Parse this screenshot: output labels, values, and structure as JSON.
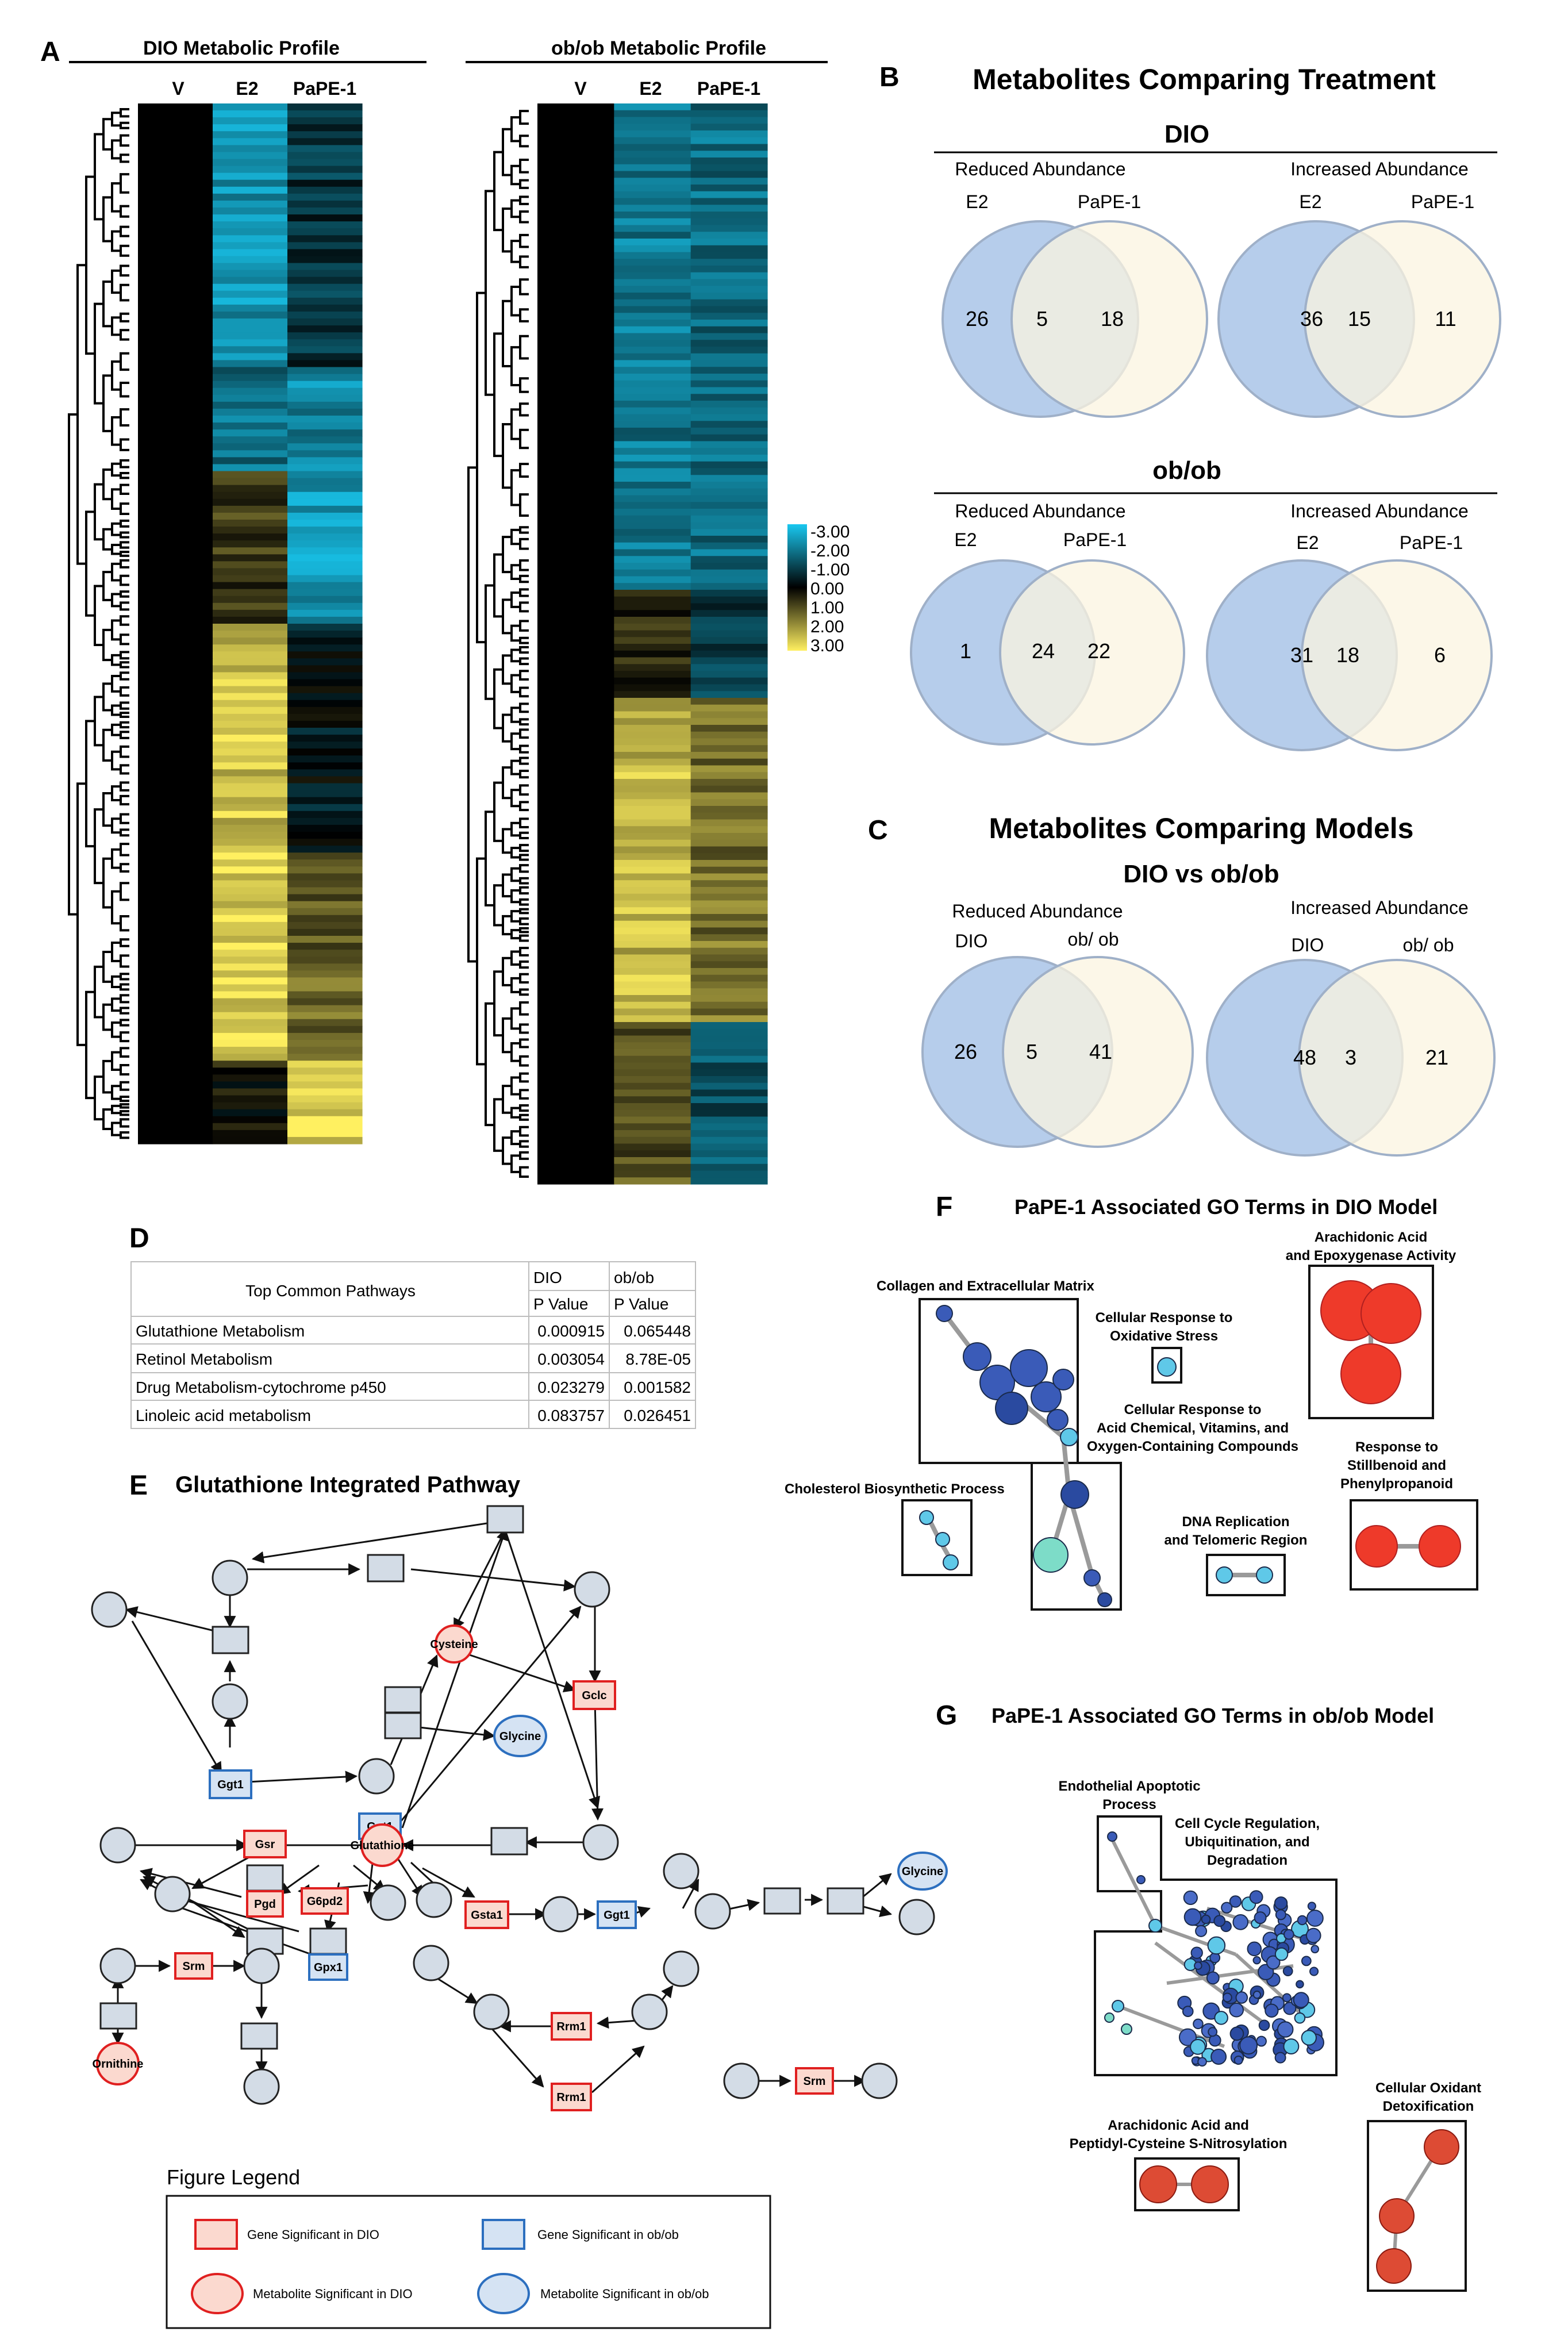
{
  "panels": {
    "A": "A",
    "B": "B",
    "C": "C",
    "D": "D",
    "E": "E",
    "F": "F",
    "G": "G"
  },
  "heatmap": {
    "dio_title": "DIO Metabolic Profile",
    "obob_title": "ob/ob Metabolic Profile",
    "columns": [
      "V",
      "E2",
      "PaPE-1"
    ],
    "colorbar_ticks": [
      "-3.00",
      "-2.00",
      "-1.00",
      "0.00",
      "1.00",
      "2.00",
      "3.00"
    ],
    "colors": {
      "low": "#19c8f0",
      "mid": "#000000",
      "high": "#fff060"
    }
  },
  "venn_treatment": {
    "title": "Metabolites Comparing Treatment",
    "groups": [
      {
        "model": "DIO",
        "pairs": [
          {
            "heading": "Reduced Abundance",
            "left": "E2",
            "right": "PaPE-1",
            "left_only": "26",
            "overlap": "5",
            "right_only": "18"
          },
          {
            "heading": "Increased Abundance",
            "left": "E2",
            "right": "PaPE-1",
            "left_only": "36",
            "overlap": "15",
            "right_only": "11"
          }
        ]
      },
      {
        "model": "ob/ob",
        "pairs": [
          {
            "heading": "Reduced Abundance",
            "left": "E2",
            "right": "PaPE-1",
            "left_only": "1",
            "overlap": "24",
            "right_only": "22"
          },
          {
            "heading": "Increased Abundance",
            "left": "E2",
            "right": "PaPE-1",
            "left_only": "31",
            "overlap": "18",
            "right_only": "6"
          }
        ]
      }
    ]
  },
  "venn_models": {
    "title": "Metabolites Comparing Models",
    "subtitle": "DIO vs ob/ob",
    "pairs": [
      {
        "heading": "Reduced Abundance",
        "left": "DIO",
        "right": "ob/ ob",
        "left_only": "26",
        "overlap": "5",
        "right_only": "41"
      },
      {
        "heading": "Increased Abundance",
        "left": "DIO",
        "right": "ob/ ob",
        "left_only": "48",
        "overlap": "3",
        "right_only": "21"
      }
    ]
  },
  "pathway_table": {
    "header_pathway": "Top Common Pathways",
    "header_dio": "DIO",
    "header_obob": "ob/ob",
    "sub_dio": "P Value",
    "sub_obob": "P Value",
    "rows": [
      {
        "name": "Glutathione Metabolism",
        "dio": "0.000915",
        "obob": "0.065448"
      },
      {
        "name": "Retinol Metabolism",
        "dio": "0.003054",
        "obob": "8.78E-05"
      },
      {
        "name": "Drug Metabolism-cytochrome p450",
        "dio": "0.023279",
        "obob": "0.001582"
      },
      {
        "name": "Linoleic acid metabolism",
        "dio": "0.083757",
        "obob": "0.026451"
      }
    ]
  },
  "pathway_network": {
    "title": "Glutathione Integrated Pathway",
    "labels": {
      "cysteine": "Cysteine",
      "gclc": "Gclc",
      "glycine1": "Glycine",
      "ggt1a": "Ggt1",
      "ggt1b": "Ggt1",
      "gsr": "Gsr",
      "glutathione": "Glutathione",
      "pgd": "Pgd",
      "g6pd2": "G6pd2",
      "gpx1": "Gpx1",
      "gsta1": "Gsta1",
      "ggt1c": "Ggt1",
      "glycine2": "Glycine",
      "srm1": "Srm",
      "ornithine": "Ornithine",
      "rrm1a": "Rrm1",
      "rrm1b": "Rrm1",
      "srm2": "Srm"
    },
    "legend": {
      "title": "Figure Legend",
      "gene_dio": "Gene Significant in DIO",
      "gene_obob": "Gene Significant in ob/ob",
      "met_dio": "Metabolite Significant in DIO",
      "met_obob": "Metabolite Significant in ob/ob"
    },
    "colors": {
      "dio": "#e02020",
      "obob": "#2c6fbf",
      "node": "#d3dce6"
    }
  },
  "go_dio": {
    "title": "PaPE-1 Associated GO Terms in DIO Model",
    "terms": {
      "collagen": "Collagen and Extracellular Matrix",
      "oxidative_1": "Cellular Response to",
      "oxidative_2": "Oxidative Stress",
      "arach_1": "Arachidonic Acid",
      "arach_2": "and Epoxygenase Activity",
      "acid_1": "Cellular Response to",
      "acid_2": "Acid Chemical, Vitamins, and",
      "acid_3": "Oxygen-Containing Compounds",
      "chol": "Cholesterol Biosynthetic Process",
      "stilb_1": "Response to",
      "stilb_2": "Stillbenoid and",
      "stilb_3": "Phenylpropanoid",
      "dna_1": "DNA Replication",
      "dna_2": "and Telomeric Region"
    }
  },
  "go_obob": {
    "title": "PaPE-1 Associated GO Terms in ob/ob Model",
    "terms": {
      "endo_1": "Endothelial Apoptotic",
      "endo_2": "Process",
      "cell_1": "Cell Cycle Regulation,",
      "cell_2": "Ubiquitination, and",
      "cell_3": "Degradation",
      "arach_1": "Arachidonic Acid and",
      "arach_2": "Peptidyl-Cysteine S-Nitrosylation",
      "oxid_1": "Cellular Oxidant",
      "oxid_2": "Detoxification"
    }
  }
}
